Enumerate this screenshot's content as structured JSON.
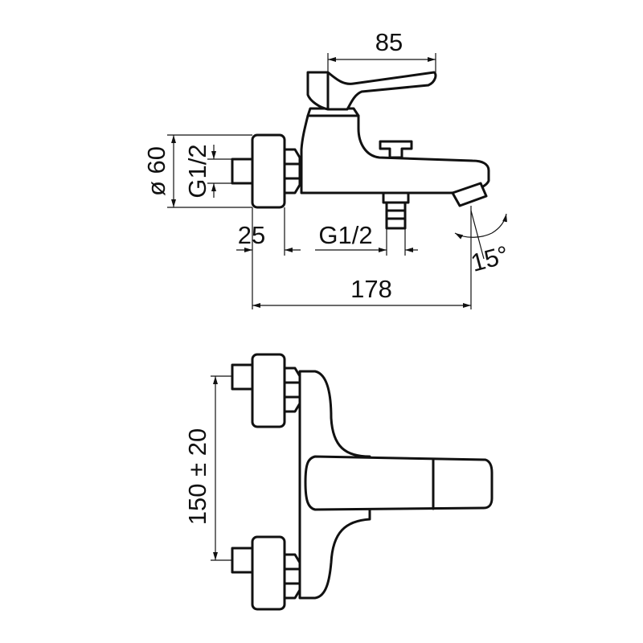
{
  "side_view": {
    "width_top": "85",
    "diameter": "ø 60",
    "inlet_thread": "G1/2",
    "offset": "25",
    "outlet_thread": "G1/2",
    "total_length": "178",
    "spout_angle": "15°"
  },
  "top_view": {
    "center_distance": "150 ± 20"
  }
}
